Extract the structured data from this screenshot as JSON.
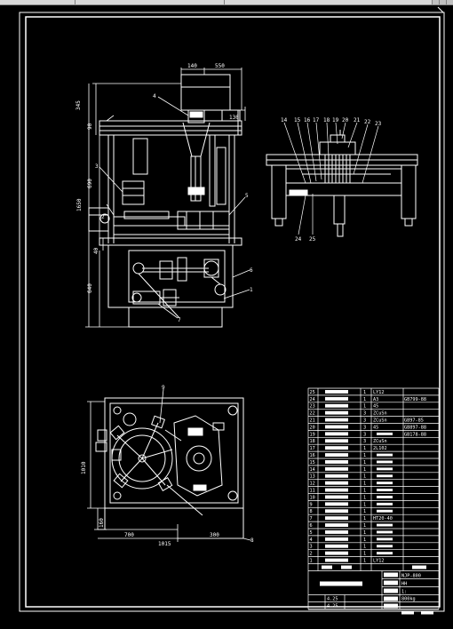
{
  "colors": {
    "background": "#000000",
    "line": "#ffffff",
    "dim": "#ffffff",
    "table": "#ffffff"
  },
  "front_view": {
    "dims": {
      "top_140": "140",
      "top_550": "550",
      "left_345": "345",
      "left_90": "90",
      "left_1650": "1650",
      "left_690": "690",
      "left_40": "40",
      "left_640": "640",
      "right_130": "130"
    },
    "callouts": [
      "4",
      "3",
      "2",
      "5",
      "6",
      "1",
      "7"
    ]
  },
  "side_view": {
    "callouts_top": [
      "14",
      "15",
      "16",
      "17",
      "18",
      "19",
      "20",
      "21",
      "22",
      "23"
    ],
    "callouts_bottom": [
      "24",
      "25"
    ]
  },
  "plan_view": {
    "dims": {
      "left_1010": "1010",
      "left_160": "160",
      "bottom_700": "700",
      "bottom_1015": "1015",
      "bottom_300": "300"
    },
    "callouts": [
      "9",
      "8"
    ]
  },
  "parts_table": {
    "rows": [
      {
        "no": "25",
        "name": "",
        "qty": "1",
        "material": "LY12",
        "std": ""
      },
      {
        "no": "24",
        "name": "",
        "qty": "1",
        "material": "A3",
        "std": "GB799-88"
      },
      {
        "no": "23",
        "name": "",
        "qty": "1",
        "material": "45",
        "std": ""
      },
      {
        "no": "22",
        "name": "",
        "qty": "3",
        "material": "ZCuSn",
        "std": ""
      },
      {
        "no": "21",
        "name": "",
        "qty": "3",
        "material": "ZCuSn",
        "std": "GB97-85"
      },
      {
        "no": "20",
        "name": "",
        "qty": "3",
        "material": "45",
        "std": "GB897-88"
      },
      {
        "no": "19",
        "name": "",
        "qty": "3",
        "material": "",
        "std": "GB178-88"
      },
      {
        "no": "18",
        "name": "",
        "qty": "3",
        "material": "ZCuSn",
        "std": ""
      },
      {
        "no": "17",
        "name": "",
        "qty": "1",
        "material": "2L102",
        "std": ""
      },
      {
        "no": "16",
        "name": "",
        "qty": "1",
        "material": "",
        "std": ""
      },
      {
        "no": "15",
        "name": "",
        "qty": "1",
        "material": "",
        "std": ""
      },
      {
        "no": "14",
        "name": "",
        "qty": "1",
        "material": "",
        "std": ""
      },
      {
        "no": "13",
        "name": "",
        "qty": "1",
        "material": "",
        "std": ""
      },
      {
        "no": "12",
        "name": "",
        "qty": "1",
        "material": "",
        "std": ""
      },
      {
        "no": "11",
        "name": "",
        "qty": "1",
        "material": "",
        "std": ""
      },
      {
        "no": "10",
        "name": "",
        "qty": "1",
        "material": "",
        "std": ""
      },
      {
        "no": "9",
        "name": "",
        "qty": "1",
        "material": "",
        "std": ""
      },
      {
        "no": "8",
        "name": "",
        "qty": "1",
        "material": "",
        "std": ""
      },
      {
        "no": "7",
        "name": "",
        "qty": "1",
        "material": "HT20-40",
        "std": ""
      },
      {
        "no": "6",
        "name": "",
        "qty": "1",
        "material": "",
        "std": ""
      },
      {
        "no": "5",
        "name": "",
        "qty": "1",
        "material": "",
        "std": ""
      },
      {
        "no": "4",
        "name": "",
        "qty": "1",
        "material": "",
        "std": ""
      },
      {
        "no": "3",
        "name": "",
        "qty": "1",
        "material": "",
        "std": ""
      },
      {
        "no": "2",
        "name": "",
        "qty": "1",
        "material": "",
        "std": ""
      },
      {
        "no": "1",
        "name": "",
        "qty": "1",
        "material": "LY12",
        "std": ""
      }
    ],
    "drawing_no": "NJP-800",
    "title_block": {
      "code": "HH",
      "scale": "1:",
      "weight": "800kg",
      "date1": "4.25",
      "date2": "4.25"
    }
  }
}
